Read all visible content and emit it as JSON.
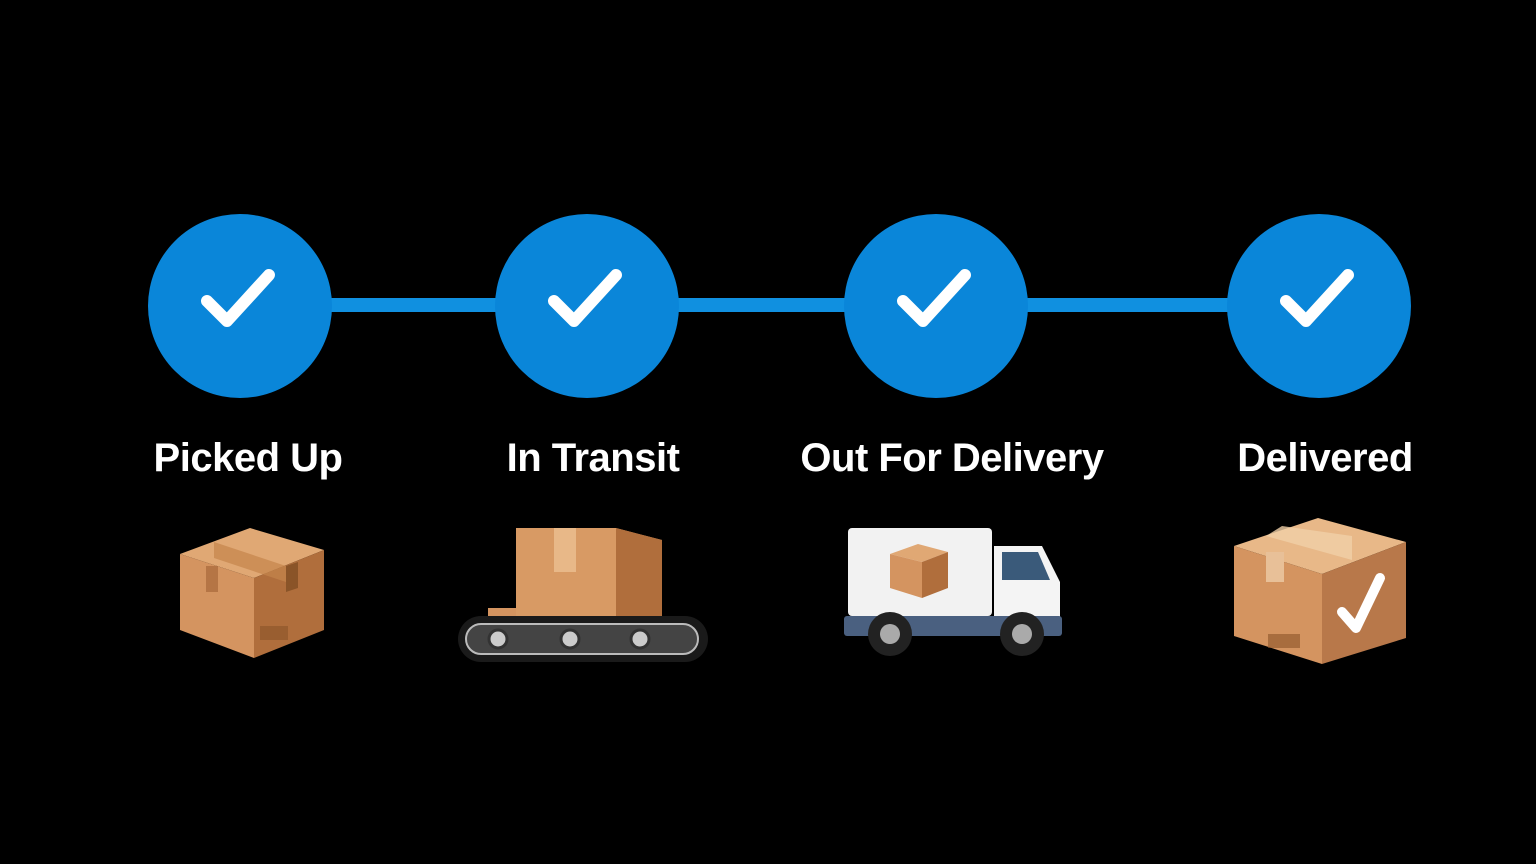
{
  "accent_color": "#0a86d9",
  "steps": [
    {
      "label": "Picked Up",
      "status": "complete",
      "icon": "package-box-icon"
    },
    {
      "label": "In Transit",
      "status": "complete",
      "icon": "conveyor-belt-box-icon"
    },
    {
      "label": "Out For Delivery",
      "status": "complete",
      "icon": "delivery-truck-icon"
    },
    {
      "label": "Delivered",
      "status": "complete",
      "icon": "delivered-box-check-icon"
    }
  ]
}
